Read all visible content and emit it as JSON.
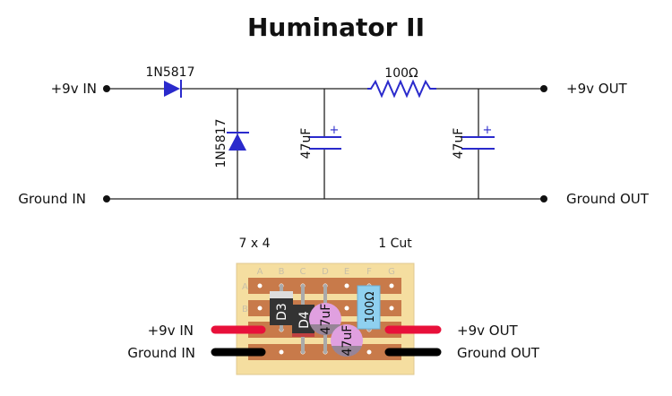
{
  "title": "Huminator II",
  "schematic": {
    "in_pos": "+9v IN",
    "in_gnd": "Ground IN",
    "out_pos": "+9v OUT",
    "out_gnd": "Ground OUT",
    "d1_label": "1N5817",
    "d2_label": "1N5817",
    "c1_label": "47uF",
    "c2_label": "47uF",
    "r1_label": "100Ω",
    "cap_polarity": "+"
  },
  "layout": {
    "board_size": "7 x 4",
    "cuts": "1 Cut",
    "columns": [
      "A",
      "B",
      "C",
      "D",
      "E",
      "F",
      "G"
    ],
    "rows": [
      "A",
      "B"
    ],
    "in_pos": "+9v IN",
    "in_gnd": "Ground IN",
    "out_pos": "+9v OUT",
    "out_gnd": "Ground OUT",
    "d3": "D3",
    "d4": "D4",
    "c1": "47uF",
    "c2": "47uF",
    "r1": "100Ω"
  },
  "colors": {
    "component_blue": "#2a2acc",
    "strip": "#c87a4a",
    "board": "#f5dea0",
    "pos_wire": "#e8103a",
    "gnd_wire": "#000000",
    "cap": "#e0a0e0",
    "resistor": "#8fd0f0"
  }
}
